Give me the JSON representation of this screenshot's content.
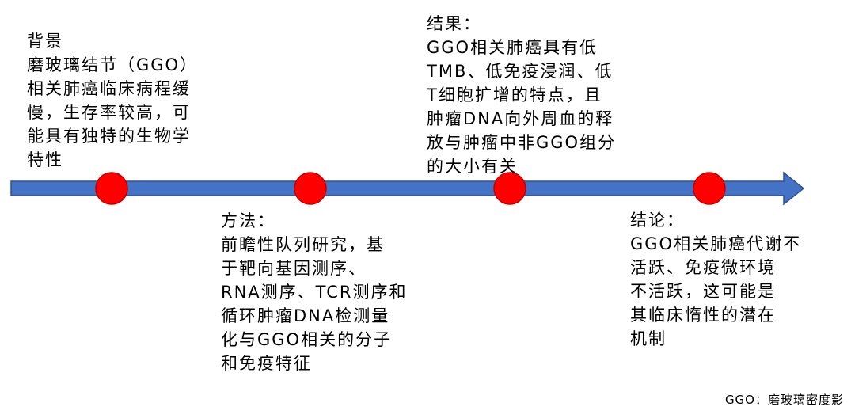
{
  "sections": {
    "background": {
      "title": "背景",
      "lines": [
        "磨玻璃结节（GGO）",
        "相关肺癌临床病程缓",
        "慢，生存率较高，可",
        "能具有独特的生物学",
        "特性"
      ]
    },
    "results": {
      "title": "结果：",
      "lines": [
        "GGO相关肺癌具有低",
        "TMB、低免疫浸润、低",
        "T细胞扩增的特点，且",
        "肿瘤DNA向外周血的释",
        "放与肿瘤中非GGO组分",
        "的大小有关"
      ]
    },
    "methods": {
      "title": "方法：",
      "lines": [
        "前瞻性队列研究，基",
        "于靶向基因测序、",
        "RNA测序、TCR测序和",
        "循环肿瘤DNA检测量",
        "化与GGO相关的分子",
        "和免疫特征"
      ]
    },
    "conclusion": {
      "title": "结论：",
      "lines": [
        "GGO相关肺癌代谢不",
        "活跃、免疫微环境",
        "不活跃，这可能是",
        "其临床惰性的潜在",
        "机制"
      ]
    }
  },
  "footnote": "GGO：磨玻璃密度影",
  "colors": {
    "arrow": "#4472C4",
    "arrow_outline": "#2F528F",
    "milestone": "#FF0000",
    "milestone_outline": "#C00000"
  }
}
